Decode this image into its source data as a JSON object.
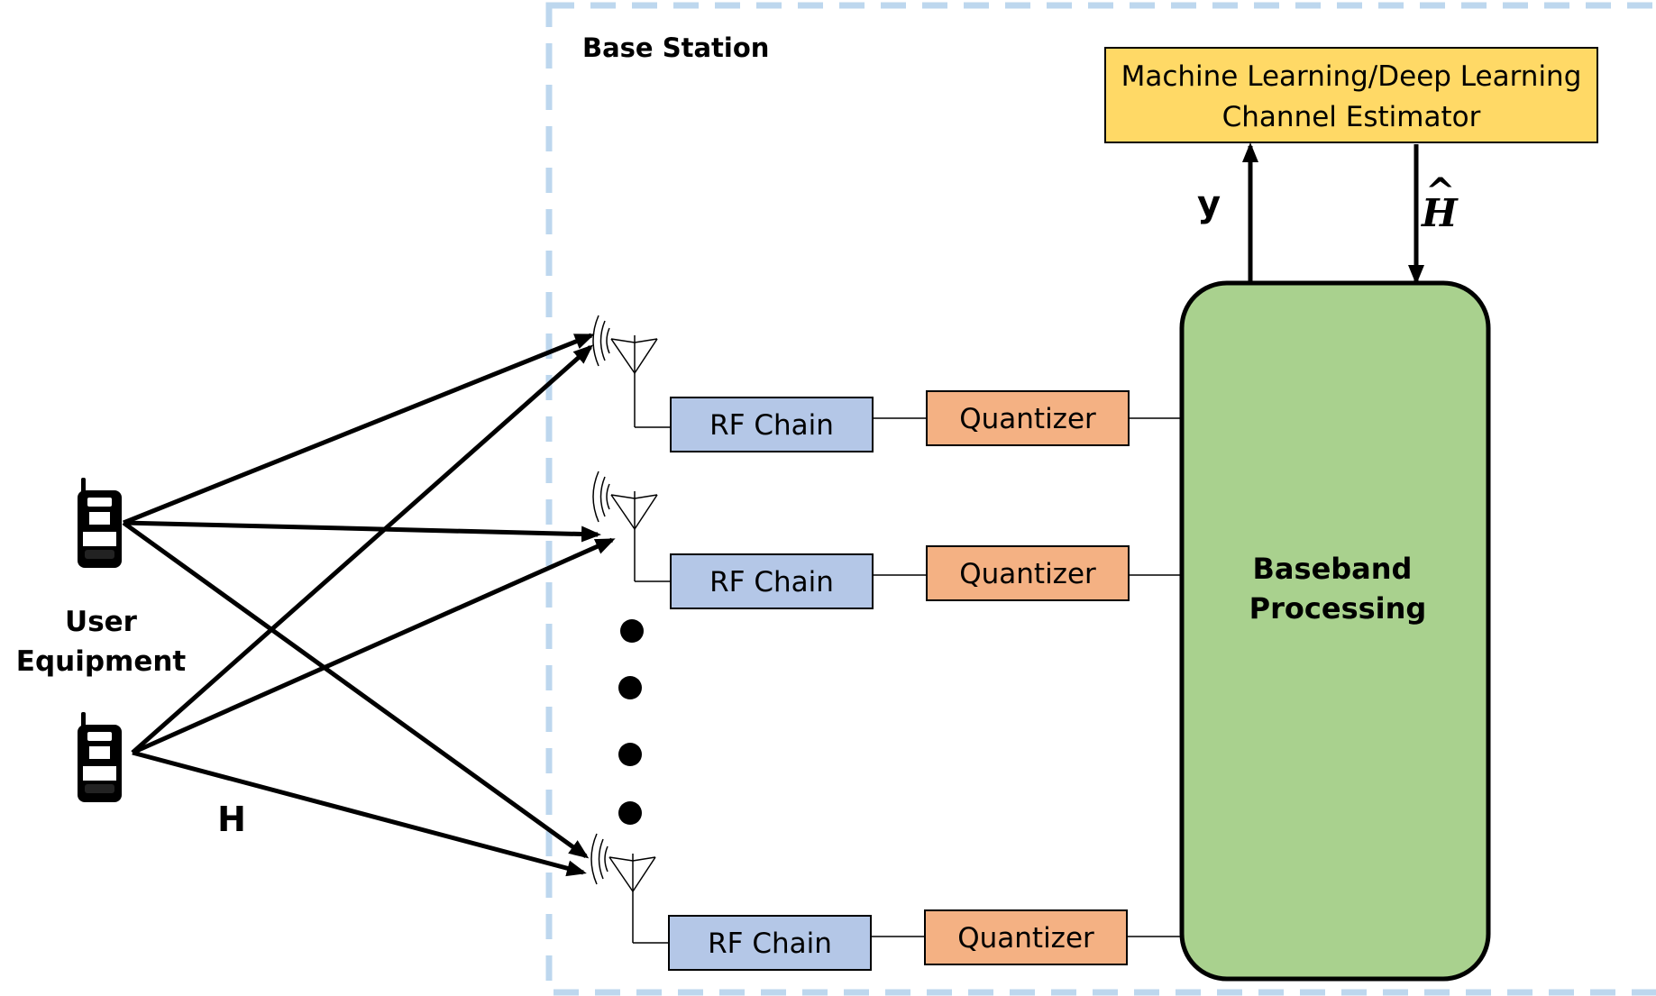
{
  "base_station": {
    "label": "Base Station",
    "border_color": "#bdd7ee"
  },
  "user_equipment": {
    "label_line1": "User",
    "label_line2": "Equipment",
    "icon": "mobile-phone-icon",
    "count": 2
  },
  "channel": {
    "label": "H"
  },
  "estimator": {
    "line1": "Machine Learning/Deep Learning",
    "line2": "Channel Estimator",
    "fill": "#ffd966"
  },
  "baseband": {
    "line1": "Baseband",
    "line2": "Processing",
    "fill": "#a9d18e"
  },
  "signals": {
    "y_label": "y",
    "h_hat_label": "H",
    "h_hat_accent": "^"
  },
  "chains": [
    {
      "rf_label": "RF Chain",
      "quantizer_label": "Quantizer"
    },
    {
      "rf_label": "RF Chain",
      "quantizer_label": "Quantizer"
    },
    {
      "rf_label": "RF Chain",
      "quantizer_label": "Quantizer"
    }
  ],
  "colors": {
    "rf_chain": "#b4c7e7",
    "quantizer": "#f4b183"
  },
  "ellipsis_dots": 4
}
